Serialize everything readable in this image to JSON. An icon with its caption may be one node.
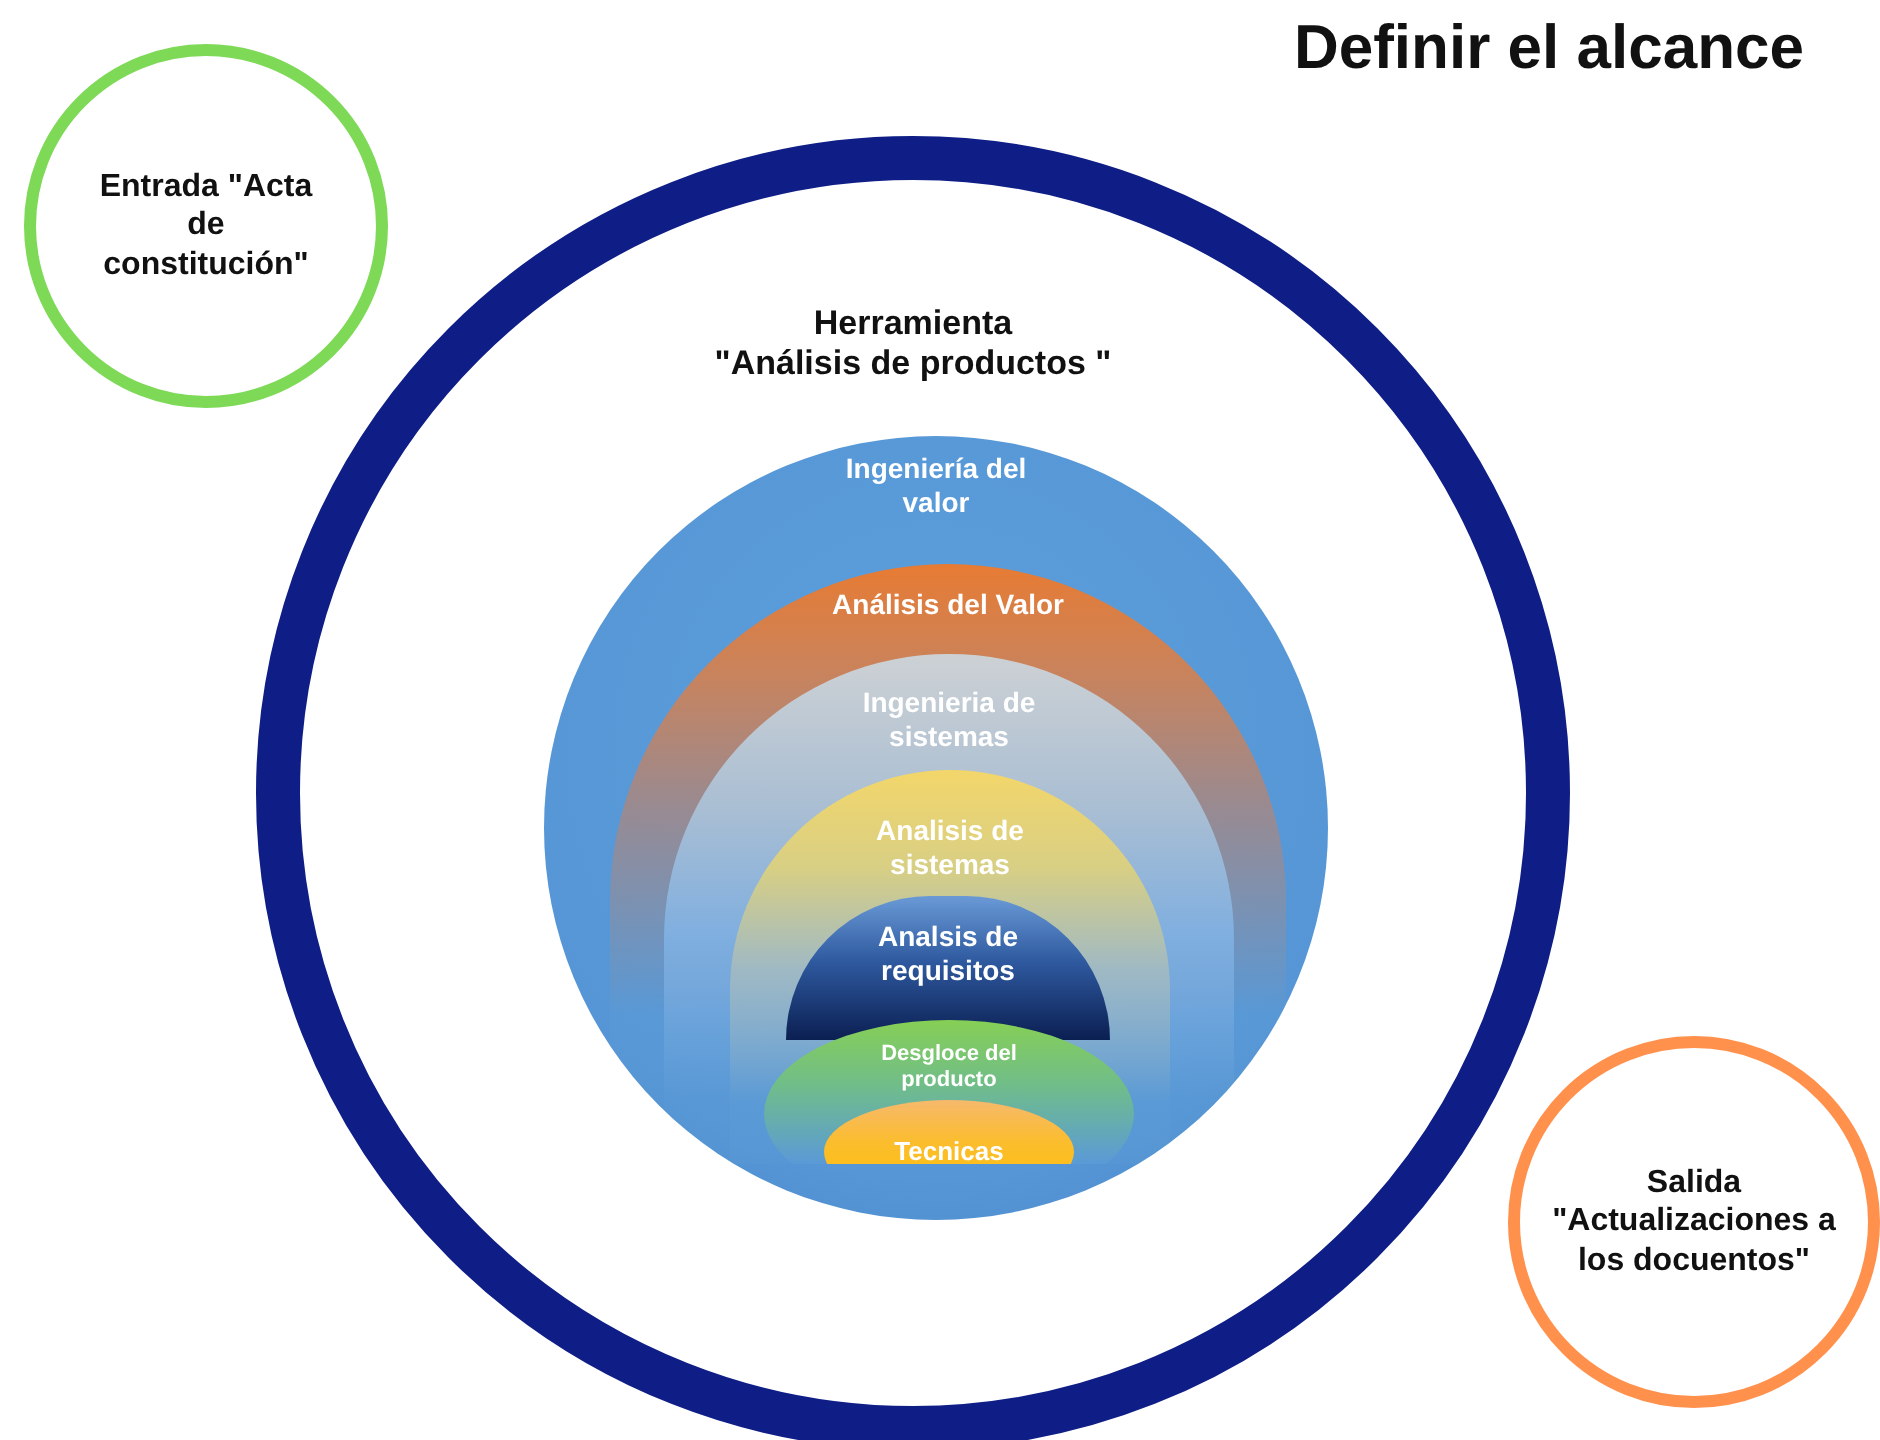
{
  "diagram": {
    "title": "Definir el alcance",
    "nodes": [
      {
        "text": [
          "Entrada \"Acta de constitución\""
        ]
      },
      {
        "text": [
          "Herramienta",
          "\"Análisis de productos \""
        ]
      },
      {
        "text": [
          "Ingeniería del valor"
        ],
        "in": 1
      },
      {
        "text": [
          "Análisis del Valor"
        ],
        "in": 2
      },
      {
        "text": [
          "Ingenieria de sistemas"
        ],
        "in": 3
      },
      {
        "text": [
          "Analisis de sistemas"
        ],
        "in": 4
      },
      {
        "text": [
          "Analsis de requisitos"
        ],
        "in": 5
      },
      {
        "text": [
          "Desgloce del producto"
        ],
        "in": 5
      },
      {
        "text": [
          "Tecnicas"
        ],
        "in": 7
      },
      {
        "text": [
          "Salida \"Actualizaciones a los docuentos\""
        ]
      }
    ]
  }
}
